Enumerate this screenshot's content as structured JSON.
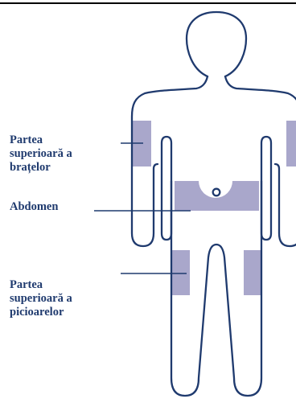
{
  "labels": {
    "upper_arms": [
      "Partea",
      "superioară a",
      "brațelor"
    ],
    "abdomen": "Abdomen",
    "upper_thighs": [
      "Partea",
      "superioară a",
      "picioarelor"
    ]
  },
  "colors": {
    "outline": "#1f3a6e",
    "injection_zone": "#a9a7cb",
    "label_text": "#1f3a6e",
    "top_rule": "#000000"
  }
}
